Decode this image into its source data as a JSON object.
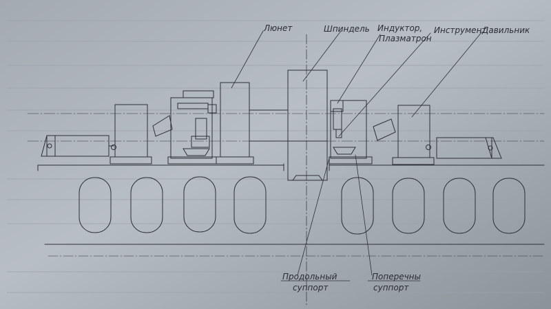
{
  "labels": {
    "lunet": "Люнет",
    "spindle": "Шпиндель",
    "inductor_line1": "Индуктор,",
    "inductor_line2": "Плазматрон",
    "tool": "Инструмент",
    "roller": "Давильник",
    "long_support_line1": "Продольный",
    "long_support_line2": "суппорт",
    "cross_support_line1": "Поперечны",
    "cross_support_line2": "суппорт"
  },
  "colors": {
    "paper_light": "#b5bcc1",
    "paper_dark": "#7f878d",
    "ink": "#2c3036",
    "rule": "#9aa1a7"
  }
}
